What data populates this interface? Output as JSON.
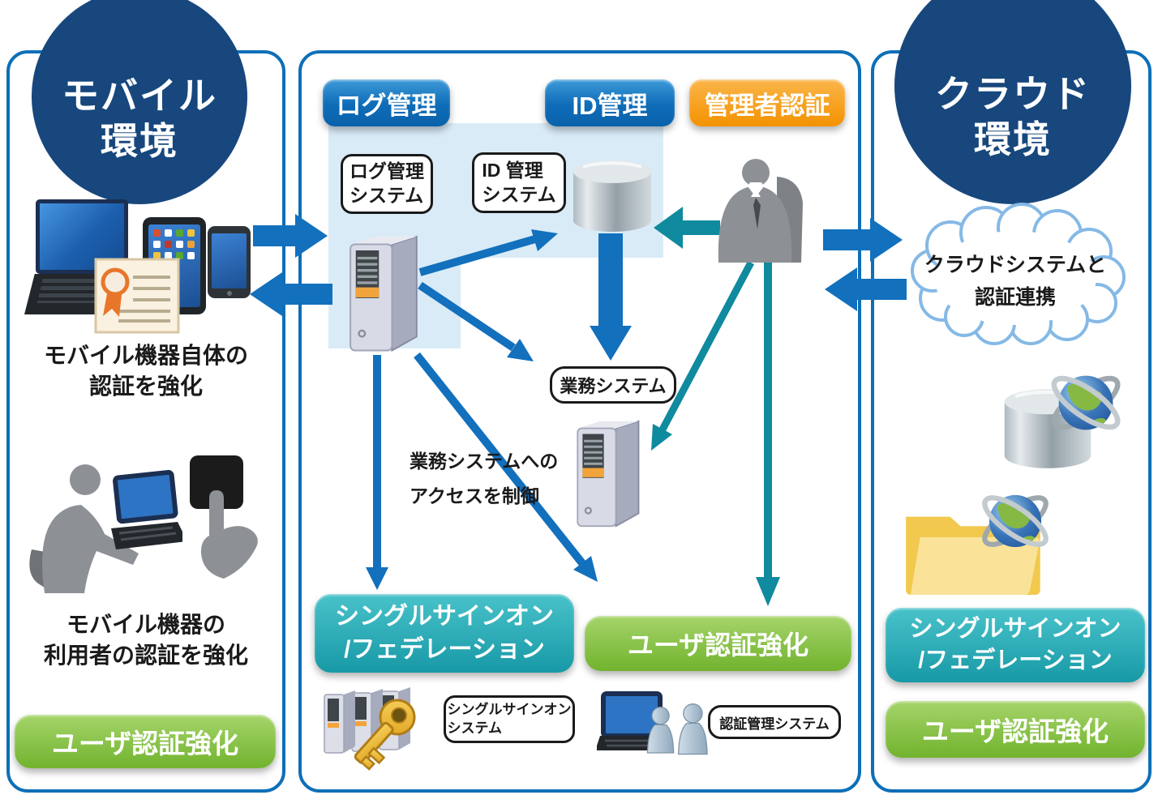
{
  "colors": {
    "panel_border": "#0d6fb8",
    "navy_circle": "#17477d",
    "blue_button": "#0e6cb8",
    "orange_button": "#f39200",
    "teal_badge": "#1799a6",
    "green_badge": "#71b32e",
    "blue_arrow": "#1270bd",
    "teal_arrow": "#0f8a9e",
    "highlight_bg": "#d9ebf7"
  },
  "mobile": {
    "title": "モバイル\n環境",
    "caption_device_auth": "モバイル機器自体の\n認証を強化",
    "caption_user_auth": "モバイル機器の\n利用者の認証を強化",
    "badge_user_auth": "ユーザ認証強化"
  },
  "center": {
    "button_log": "ログ管理",
    "button_id": "ID管理",
    "button_admin": "管理者認証",
    "label_log_system": "ログ管理\nシステム",
    "label_id_system": "ID 管理\nシステム",
    "label_business_system": "業務システム",
    "note_access_control": "業務システムへの\nアクセスを制御",
    "badge_sso": "シングルサインオン\n/フェデレーション",
    "badge_user_auth": "ユーザ認証強化",
    "label_sso_system": "シングルサインオン\nシステム",
    "label_auth_mgmt_system": "認証管理システム"
  },
  "cloud": {
    "title": "クラウド\n環境",
    "note_cloud_auth": "クラウドシステムと\n認証連携",
    "badge_sso": "シングルサインオン\n/フェデレーション",
    "badge_user_auth": "ユーザ認証強化"
  }
}
